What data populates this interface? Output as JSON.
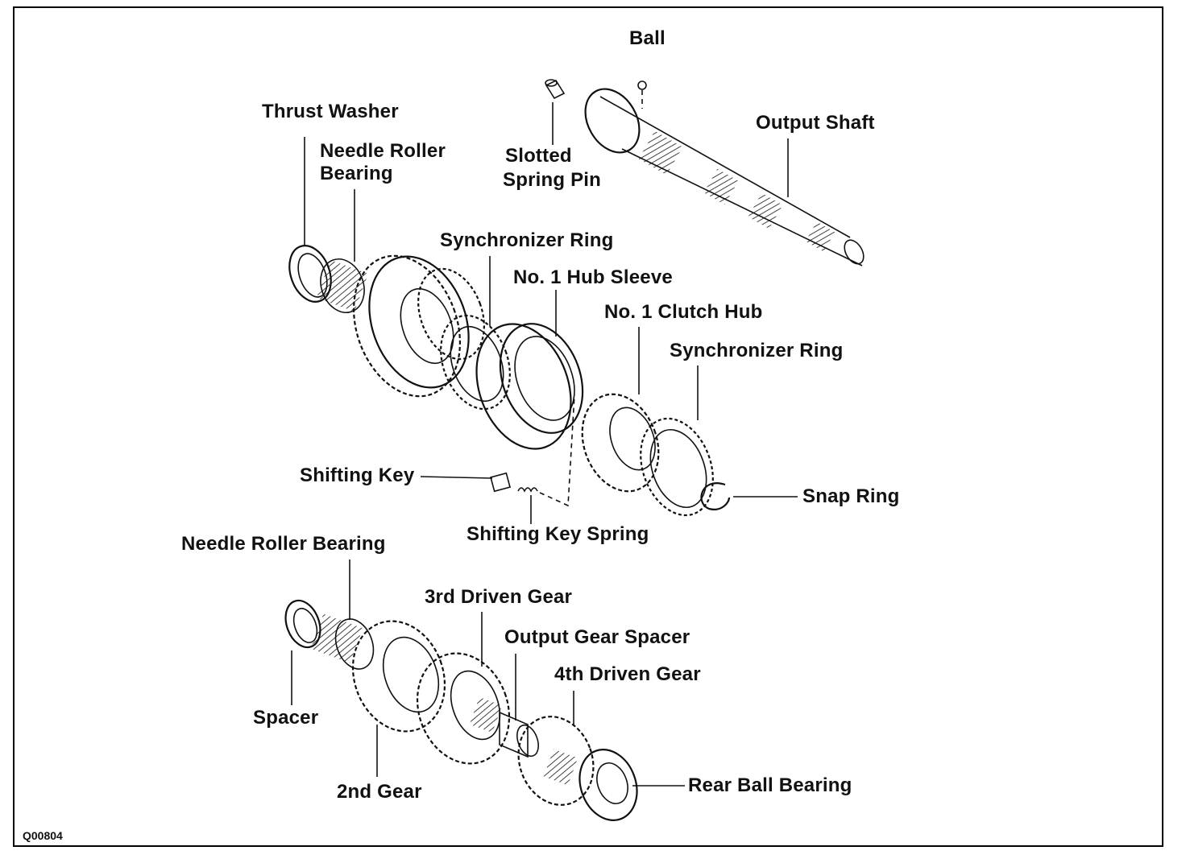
{
  "figure_code": "Q00804",
  "labels": {
    "ball": "Ball",
    "thrust_washer": "Thrust Washer",
    "needle_roller_bearing_top_l1": "Needle Roller",
    "needle_roller_bearing_top_l2": "Bearing",
    "slotted_spring_pin_l1": "Slotted",
    "slotted_spring_pin_l2": "Spring Pin",
    "output_shaft": "Output Shaft",
    "synchronizer_ring_1": "Synchronizer Ring",
    "no1_hub_sleeve": "No. 1 Hub Sleeve",
    "no1_clutch_hub": "No. 1 Clutch Hub",
    "synchronizer_ring_2": "Synchronizer Ring",
    "shifting_key": "Shifting Key",
    "snap_ring": "Snap Ring",
    "shifting_key_spring": "Shifting Key Spring",
    "needle_roller_bearing_bottom": "Needle Roller Bearing",
    "third_driven_gear": "3rd Driven Gear",
    "output_gear_spacer": "Output Gear Spacer",
    "fourth_driven_gear": "4th Driven Gear",
    "spacer": "Spacer",
    "second_gear": "2nd Gear",
    "rear_ball_bearing": "Rear Ball Bearing"
  }
}
